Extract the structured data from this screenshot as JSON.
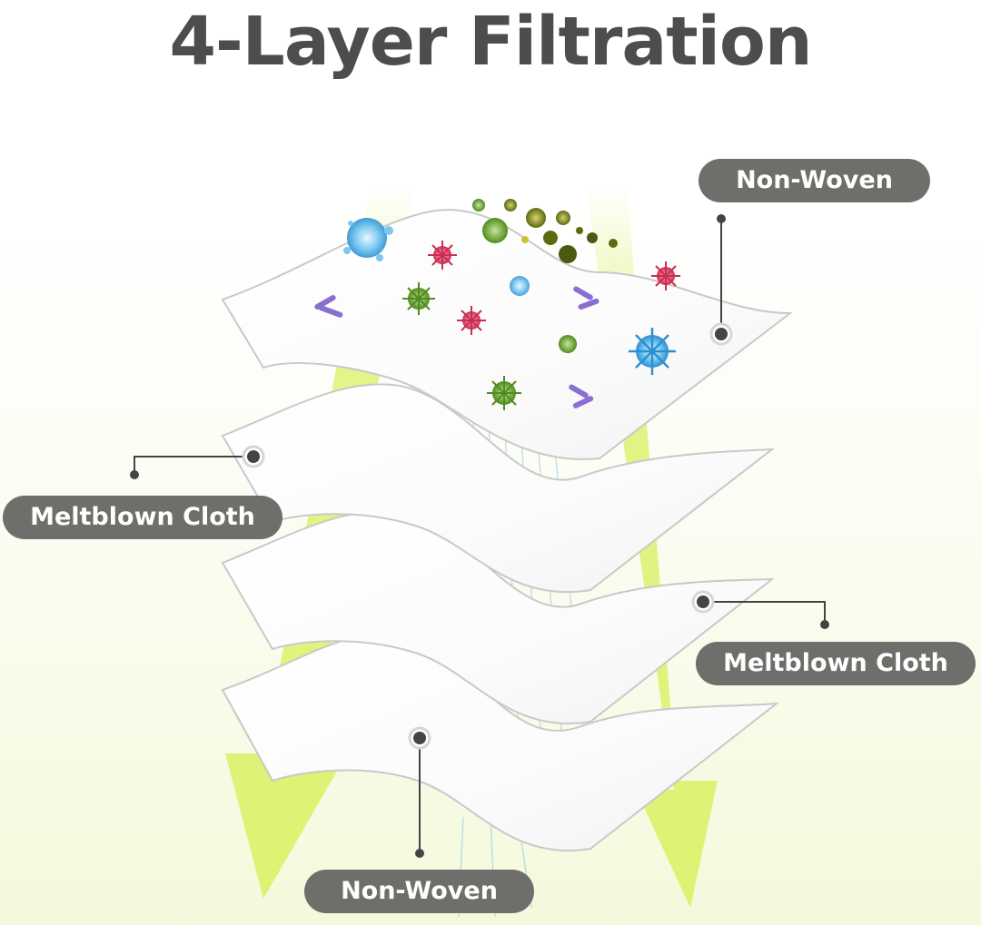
{
  "title": "4-Layer Filtration",
  "layers": [
    {
      "label": "Non-Woven"
    },
    {
      "label": "Meltblown Cloth"
    },
    {
      "label": "Meltblown Cloth"
    },
    {
      "label": "Non-Woven"
    }
  ],
  "colors": {
    "title": "#4d4d4d",
    "label_background": "#6e6e6a",
    "label_text": "#ffffff",
    "airflow_arrow": "#d9f266",
    "fiber_lines": "#8fc3ea"
  },
  "icons": [
    "virus-icon",
    "bacteria-icon",
    "dust-particle-icon",
    "airflow-arrow-icon"
  ]
}
